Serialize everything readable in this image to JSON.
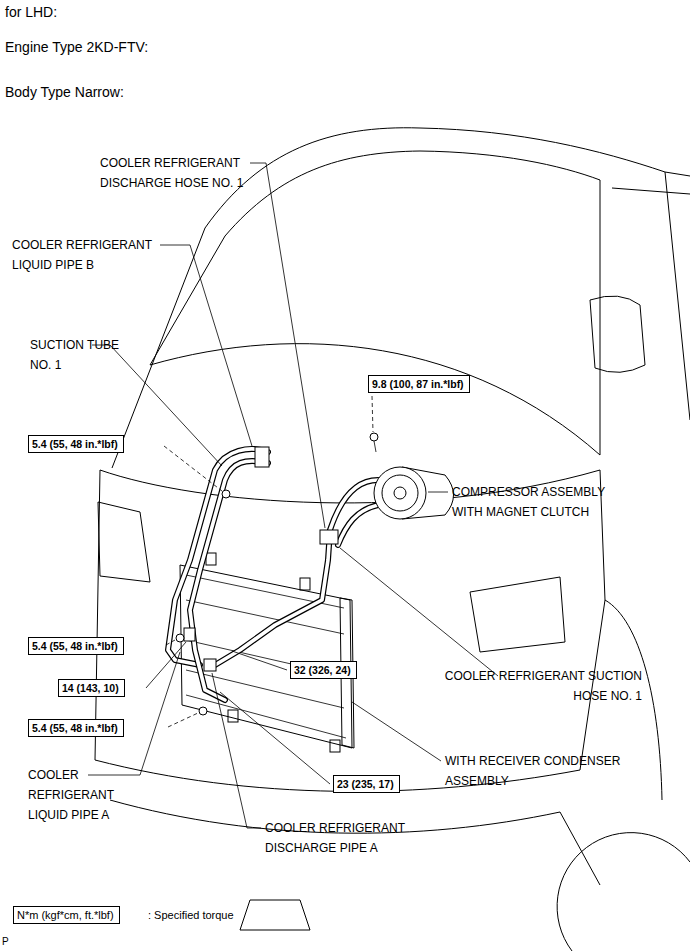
{
  "diagram": {
    "nodes": [
      {
        "text": [
          "9.8 (100, 87 in.*lbf)"
        ]
      },
      {
        "text": [
          "5.4 (55, 48 in.*lbf)"
        ]
      },
      {
        "text": [
          "5.4 (55, 48 in.*lbf)"
        ]
      },
      {
        "text": [
          "14 (143, 10)"
        ]
      },
      {
        "text": [
          "32 (326, 24)"
        ]
      },
      {
        "text": [
          "5.4 (55, 48 in.*lbf)"
        ]
      },
      {
        "text": [
          "23 (235, 17)"
        ]
      },
      {
        "text": [
          "N*m (kgf*cm, ft.*lbf)"
        ]
      }
    ],
    "labels": [
      "for LHD:",
      "Engine Type 2KD-FTV:",
      "Body Type Narrow:",
      "COOLER REFRIGERANT DISCHARGE HOSE NO. 1",
      "COOLER REFRIGERANT LIQUID PIPE B",
      "SUCTION TUBE NO. 1",
      "COMPRESSOR ASSEMBLY WITH MAGNET CLUTCH",
      "COOLER REFRIGERANT SUCTION HOSE NO. 1",
      "WITH RECEIVER CONDENSER ASSEMBLY",
      "COOLER REFRIGERANT LIQUID PIPE A",
      "COOLER REFRIGERANT DISCHARGE PIPE A",
      ": Specified torque",
      "P"
    ]
  }
}
